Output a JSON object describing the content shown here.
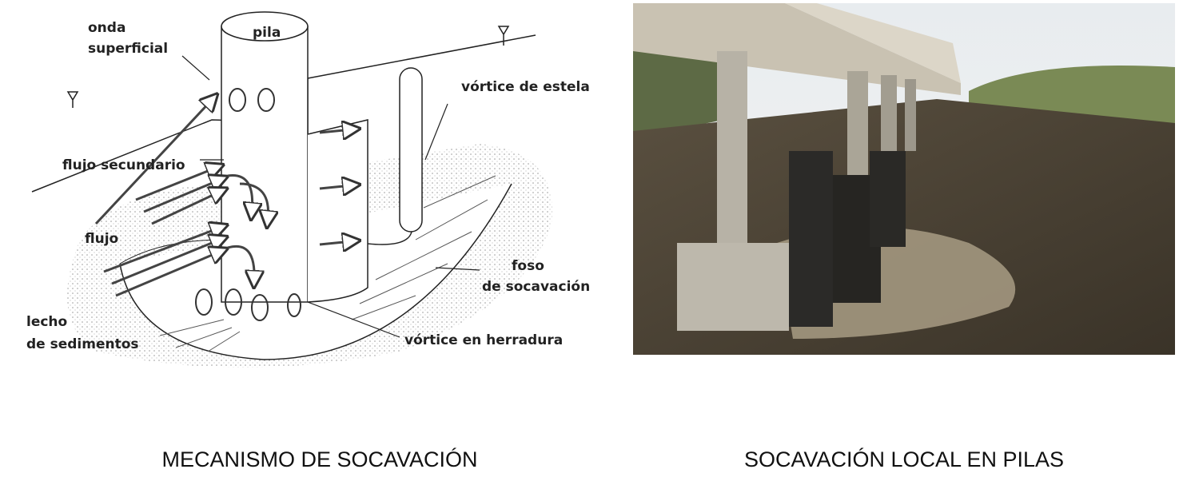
{
  "diagram": {
    "labels": {
      "pila": "pila",
      "onda": "onda",
      "superficial": "superficial",
      "vortice_estela": "vórtice de estela",
      "flujo_secundario": "flujo secundario",
      "flujo": "flujo",
      "foso": "foso",
      "de_socavacion": "de socavación",
      "lecho": "lecho",
      "de_sedimentos": "de sedimentos",
      "vortice_herradura": "vórtice en herradura"
    },
    "caption": "MECANISMO DE SOCAVACIÓN"
  },
  "photo": {
    "caption": "SOCAVACIÓN LOCAL EN PILAS"
  }
}
